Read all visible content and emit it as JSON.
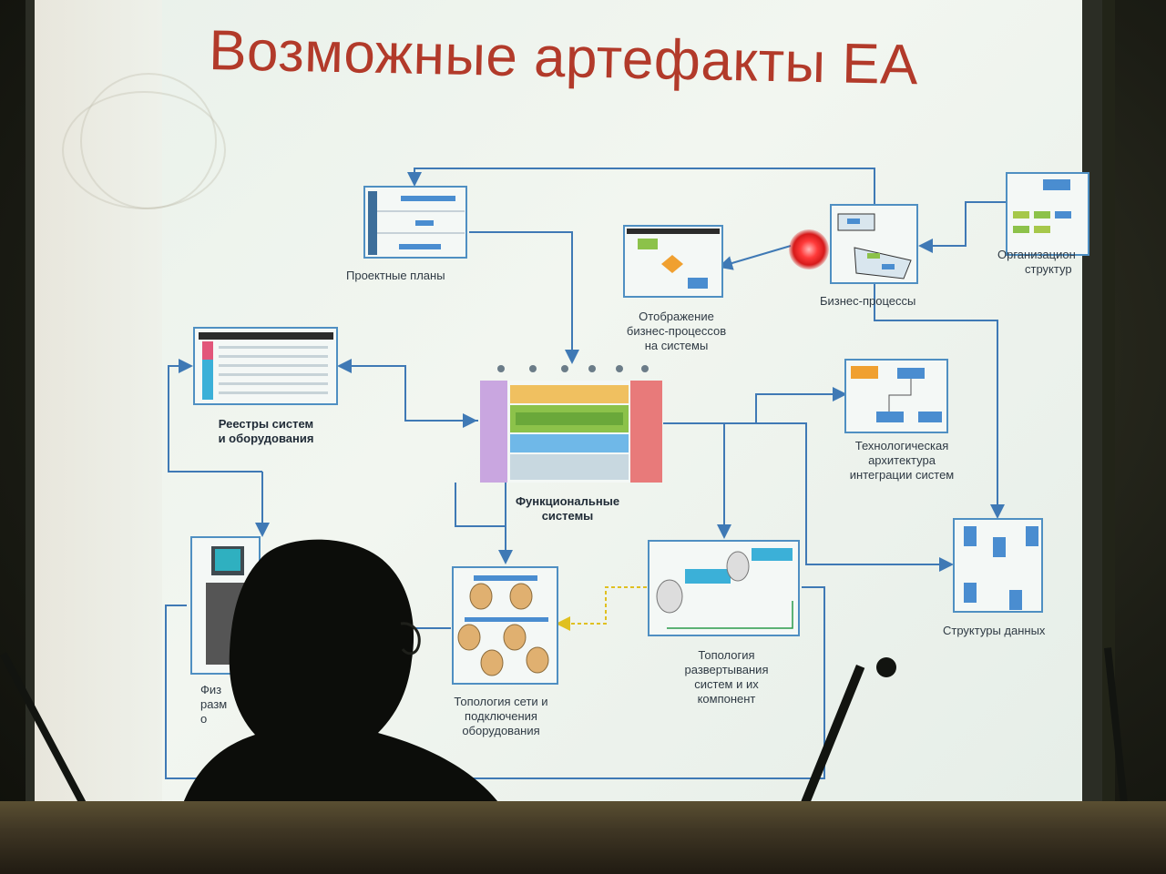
{
  "slide": {
    "title": "Возможные артефакты EA"
  },
  "artifacts": {
    "project_plans": "Проектные планы",
    "bp_mapping": [
      "Отображение",
      "бизнес-процессов",
      "на системы"
    ],
    "business_processes": "Бизнес-процессы",
    "org_structure": [
      "Организацион",
      "структур"
    ],
    "registries": [
      "Реестры систем",
      "и оборудования"
    ],
    "functional_systems": [
      "Функциональные",
      "системы"
    ],
    "tech_architecture": [
      "Технологическая",
      "архитектура",
      "интеграции систем"
    ],
    "data_structures": "Структуры данных",
    "network_topology": [
      "Топология сети и",
      "подключения",
      "оборудования"
    ],
    "deployment_topology": [
      "Топология",
      "развертывания",
      "систем и их",
      "компонент"
    ],
    "physical_partial": [
      "Физ",
      "разм",
      "о"
    ]
  },
  "colors": {
    "title": "#b23a2a",
    "connector": "#3f79b5",
    "connector_yellow": "#e0c020",
    "thumb_border": "#4f8fc2",
    "laser": "#e02020"
  }
}
